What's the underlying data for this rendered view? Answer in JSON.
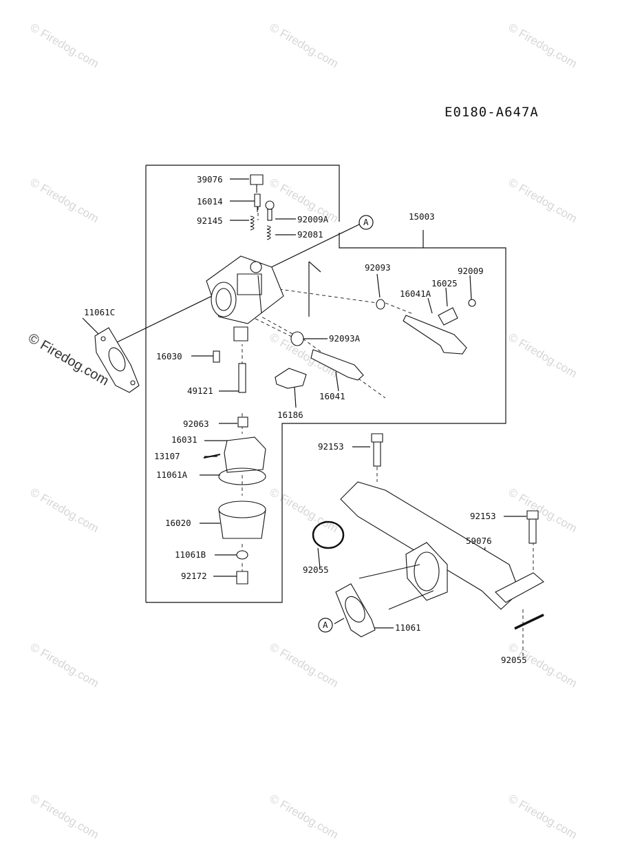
{
  "watermark": "© Firedog.com",
  "diagram_code": "E0180-A647A",
  "callout": "A",
  "parts": {
    "p39076": "39076",
    "p16014": "16014",
    "p92145": "92145",
    "p92009A": "92009A",
    "p92081": "92081",
    "p15003": "15003",
    "p92093": "92093",
    "p92009": "92009",
    "p16025": "16025",
    "p16041A": "16041A",
    "p11061C": "11061C",
    "p16030": "16030",
    "p92093A": "92093A",
    "p49121": "49121",
    "p16041": "16041",
    "p16186": "16186",
    "p92063": "92063",
    "p16031": "16031",
    "p13107": "13107",
    "p11061A": "11061A",
    "p16020": "16020",
    "p11061B": "11061B",
    "p92172": "92172",
    "p92153a": "92153",
    "p92153b": "92153",
    "p59076": "59076",
    "p92055a": "92055",
    "p11061": "11061",
    "p92055b": "92055"
  }
}
